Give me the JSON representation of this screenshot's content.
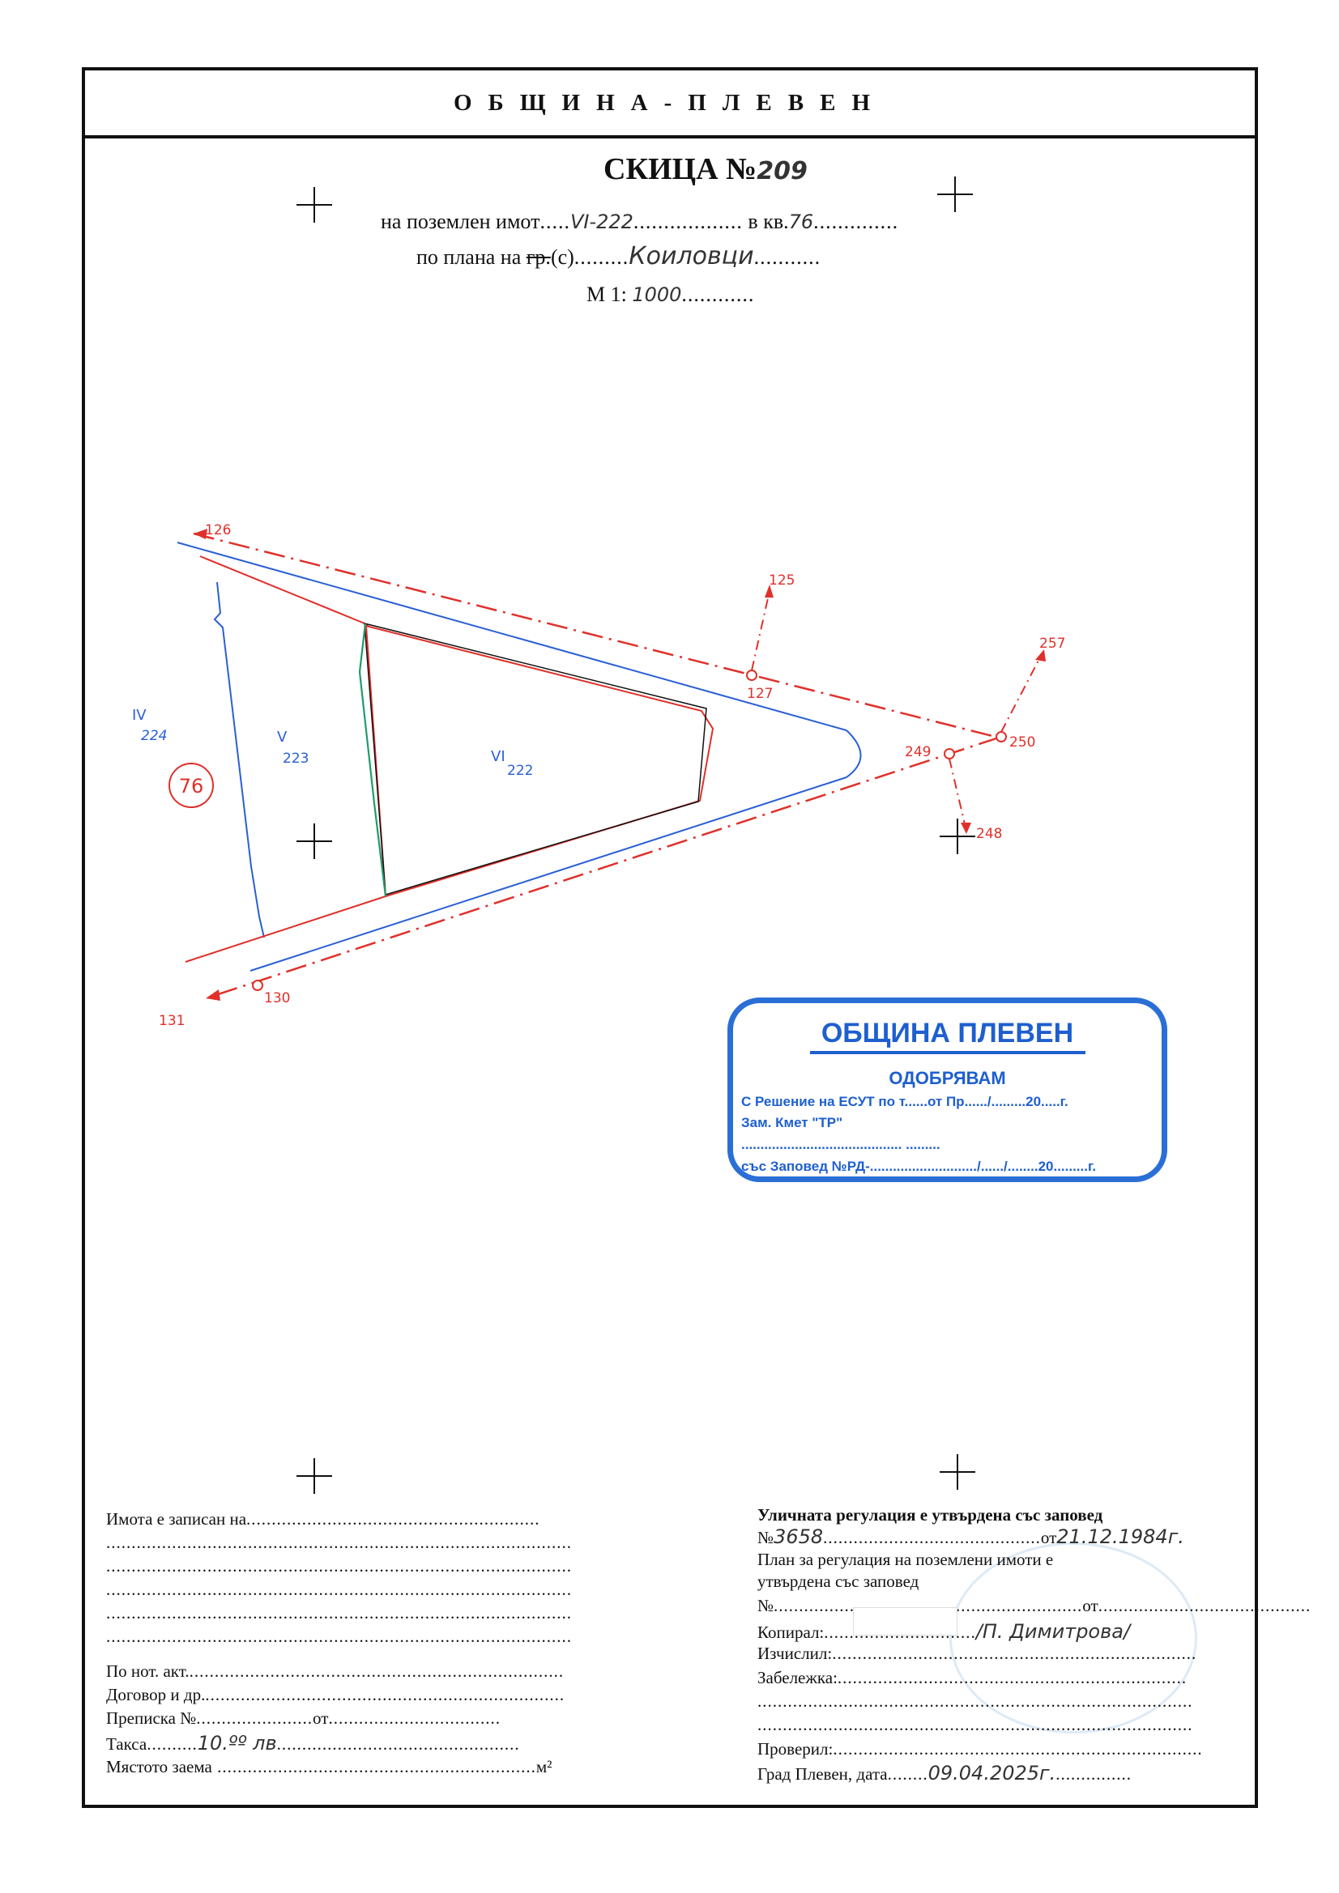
{
  "header": {
    "municipality": "ОБЩИНА-ПЛЕВЕН"
  },
  "sketch": {
    "title": "СКИЦА №",
    "number": "209",
    "property_prefix": "на поземлен имот",
    "property_value": "VI-222",
    "block_prefix": "в кв.",
    "block_value": "76",
    "plan_prefix": "по плана на",
    "plan_struck": "гр.",
    "plan_type": "(с)",
    "plan_value": "Коиловци",
    "scale_prefix": "М 1:",
    "scale_value": "1000"
  },
  "map": {
    "colors": {
      "regulation": "#e0302a",
      "cadastral": "#2a5fd6",
      "boundary": "#111111",
      "green": "#1f9c6a"
    },
    "point_labels": {
      "p126": "126",
      "p125": "125",
      "p127": "127",
      "p257": "257",
      "p250": "250",
      "p249": "249",
      "p248": "248",
      "p130": "130",
      "p131": "131"
    },
    "parcels": {
      "p224_roman": "IV",
      "p224_num": "224",
      "p223_roman": "V",
      "p223_num": "223",
      "p222_roman": "VI",
      "p222_num": "222"
    },
    "block_circle": "76"
  },
  "stamp": {
    "line1": "ОБЩИНА ПЛЕВЕН",
    "line2": "ОДОБРЯВАМ",
    "line3": "С Решение на ЕСУТ по т......от Пр....../.........20.....г.",
    "line4": "Зам. Кмет \"ТР\"",
    "line5": "..........................................           .........",
    "line6": "със Заповед №РД-............................/....../........20.........г."
  },
  "left_block": {
    "line1": "Имота е записан на",
    "line6": "По нот. акт.",
    "line7": "Договор и др.",
    "line8_a": "Преписка №",
    "line8_b": "от",
    "line9": "Такса",
    "tax_value": "10.ºº лв",
    "line10": "Мястото заема",
    "line10_unit": "м²"
  },
  "right_block": {
    "street_reg": "Уличната регулация е утвърдена със заповед",
    "order_no_prefix": "№",
    "order_no": "3658",
    "order_date_prefix": "от",
    "order_date": "21.12.1984г.",
    "plan_reg_1": "План за регулация на поземлени имоти е",
    "plan_reg_2": "утвърдена със заповед",
    "no_prefix": "№",
    "from_prefix": "от",
    "copied_label": "Копирал:",
    "copied_value": "/П. Димитрова/",
    "calc_label": "Изчислил:",
    "note_label": "Забележка:",
    "checked_label": "Проверил:",
    "city_date_label": "Град Плевен, дата",
    "city_date_value": "09.04.2025г."
  }
}
